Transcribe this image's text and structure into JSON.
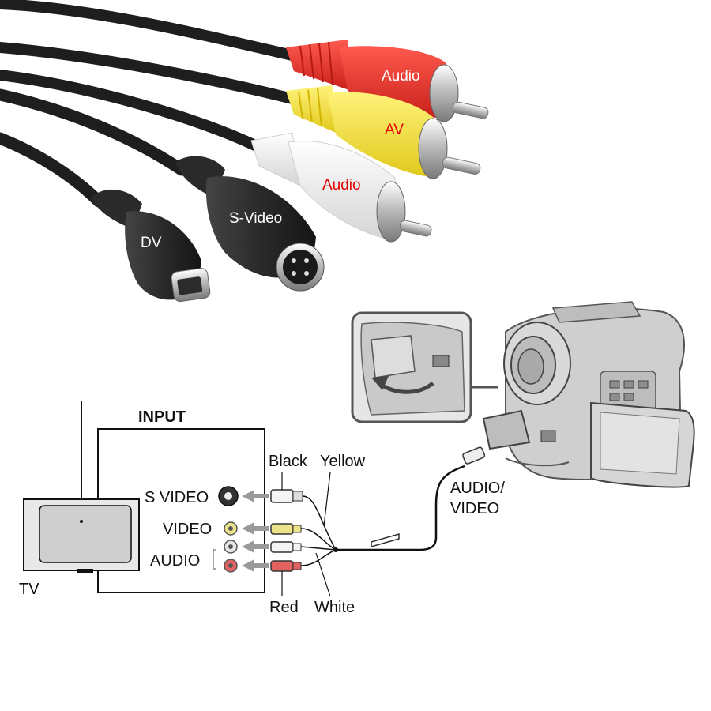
{
  "photo_labels": {
    "audio_red_plug": "Audio",
    "av_yellow_plug": "AV",
    "audio_white_plug": "Audio",
    "svideo_plug": "S-Video",
    "dv_plug": "DV"
  },
  "diagram": {
    "input_title": "INPUT",
    "s_video": "S VIDEO",
    "video": "VIDEO",
    "audio": "AUDIO",
    "tv": "TV",
    "black": "Black",
    "yellow": "Yellow",
    "red": "Red",
    "white": "White",
    "audio_video_line1": "AUDIO/",
    "audio_video_line2": "VIDEO"
  },
  "colors": {
    "red_plug": "#e8362c",
    "yellow_plug": "#f5e23a",
    "white_plug": "#f2f2f2",
    "black_plug": "#2b2b2b",
    "cable": "#1e1e1e",
    "label_red": "#e00000"
  }
}
